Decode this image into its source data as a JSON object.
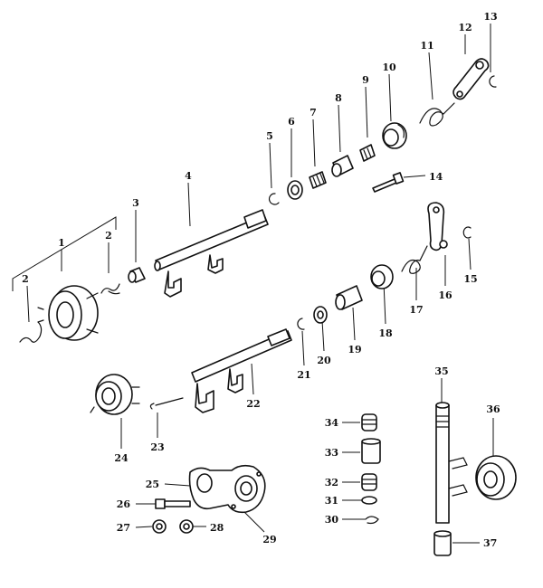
{
  "labels": {
    "p1": "1",
    "p2a": "2",
    "p2b": "2",
    "p3": "3",
    "p4": "4",
    "p5": "5",
    "p6": "6",
    "p7": "7",
    "p8": "8",
    "p9": "9",
    "p10": "10",
    "p11": "11",
    "p12": "12",
    "p13": "13",
    "p14": "14",
    "p15": "15",
    "p16": "16",
    "p17": "17",
    "p18": "18",
    "p19": "19",
    "p20": "20",
    "p21": "21",
    "p22": "22",
    "p23": "23",
    "p24": "24",
    "p25": "25",
    "p26": "26",
    "p27": "27",
    "p28": "28",
    "p29": "29",
    "p30": "30",
    "p31": "31",
    "p32": "32",
    "p33": "33",
    "p34": "34",
    "p35": "35",
    "p36": "36",
    "p37": "37"
  }
}
